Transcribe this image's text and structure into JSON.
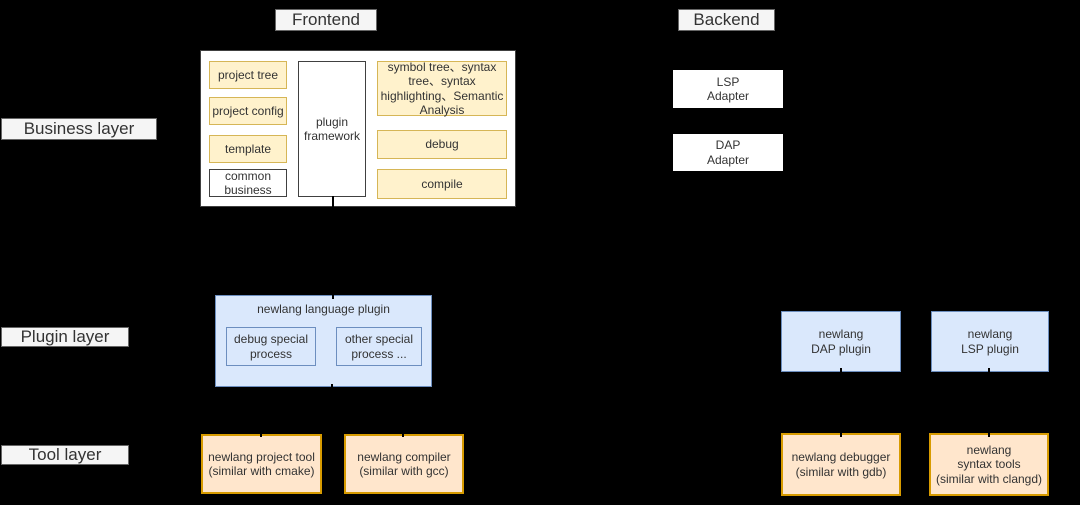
{
  "sections": {
    "frontend": "Frontend",
    "backend": "Backend"
  },
  "layers": {
    "business": "Business layer",
    "plugin": "Plugin layer",
    "tool": "Tool layer"
  },
  "frontend_business": {
    "project_tree": "project tree",
    "project_config": "project config",
    "template": "template",
    "common_business": "common\nbusiness",
    "plugin_framework": "plugin\nframework",
    "symbol_tree_group": "symbol tree、syntax\ntree、syntax\nhighlighting、Semantic\nAnalysis",
    "debug": "debug",
    "compile": "compile"
  },
  "backend_business": {
    "lsp_adapter": "LSP\nAdapter",
    "dap_adapter": "DAP\nAdapter"
  },
  "plugin_layer": {
    "language_plugin_title": "newlang language plugin",
    "debug_special": "debug special\nprocess",
    "other_special": "other special\nprocess ...",
    "dap_plugin": "newlang\nDAP plugin",
    "lsp_plugin": "newlang\nLSP plugin"
  },
  "tool_layer": {
    "project_tool": "newlang project tool\n(similar with cmake)",
    "compiler": "newlang compiler\n(similar with gcc)",
    "debugger": "newlang debugger\n(similar with gdb)",
    "syntax_tools": "newlang\nsyntax tools\n(similar with clangd)"
  },
  "colors": {
    "background": "#000000",
    "yellow_fill": "#fff2cc",
    "yellow_stroke": "#d6b656",
    "blue_fill": "#dae8fc",
    "blue_stroke": "#6c8ebf",
    "orange_fill": "#ffe6cc",
    "orange_stroke": "#d79b00",
    "label_fill": "#f5f5f5",
    "label_stroke": "#666666",
    "text": "#333333"
  }
}
